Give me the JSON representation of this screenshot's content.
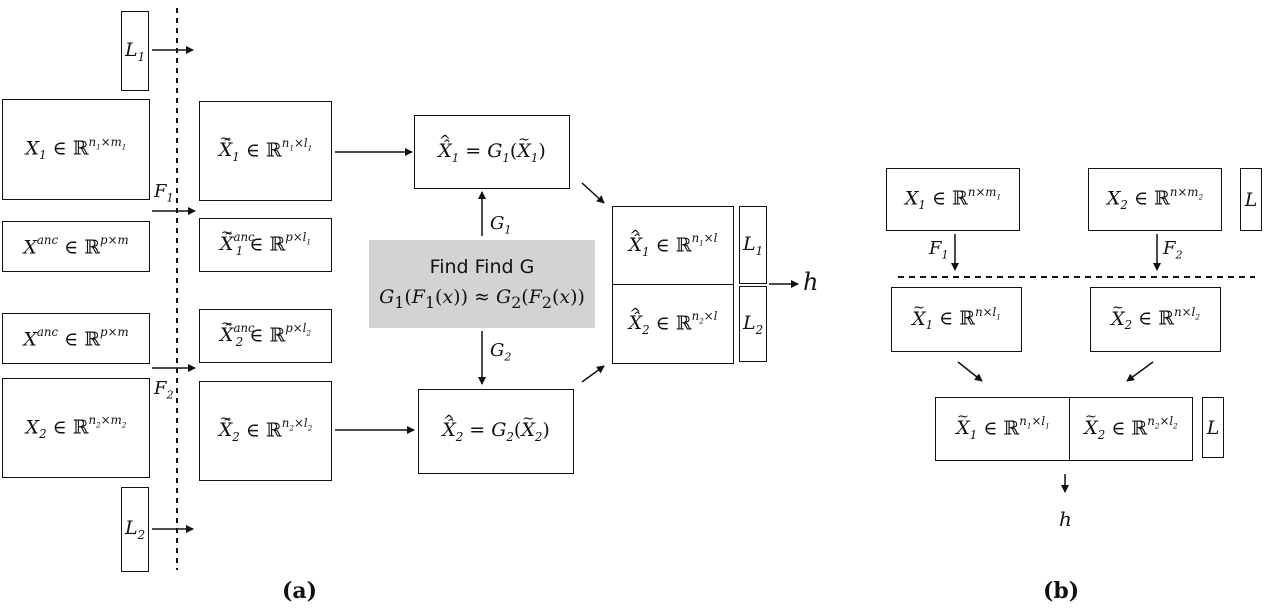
{
  "panel_a": {
    "caption": "(a)",
    "boxes": {
      "L1": "L",
      "X1": "X",
      "Xanc_top": "X",
      "Xanc_bottom": "X",
      "X2": "X",
      "L2": "L",
      "X1tilde": "X̃",
      "X1anc_tilde": "X̃",
      "X2anc_tilde": "X̃",
      "X2tilde": "X̃",
      "X1hat_eq": "X̂",
      "X2hat_eq": "X̂",
      "X1hat_in": "X̂",
      "X2hat_in": "X̂",
      "L1_right": "L",
      "L2_right": "L"
    },
    "labels": {
      "F1": "F",
      "F2": "F",
      "G1": "G",
      "G2": "G",
      "h": "h"
    },
    "find_box": {
      "line1": "Find G",
      "line2": "G"
    }
  },
  "panel_b": {
    "caption": "(b)",
    "labels": {
      "F1": "F",
      "F2": "F",
      "h": "h"
    }
  }
}
